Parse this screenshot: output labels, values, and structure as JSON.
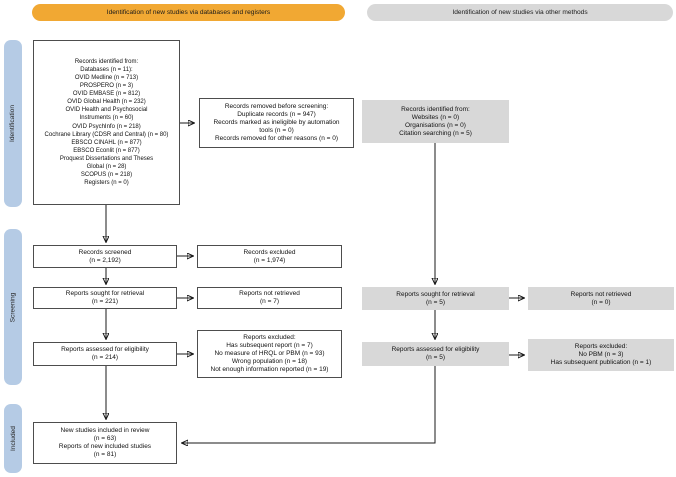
{
  "headers": {
    "databases": "Identification of new studies via databases and registers",
    "other": "Identification of new studies via other methods"
  },
  "stages": {
    "identification": "Identification",
    "screening": "Screening",
    "included": "Included"
  },
  "colors": {
    "header_accent": "#F1A833",
    "gray": "#D8D8D8",
    "stage_bar": "#B5CBE5",
    "box_border": "#4D4D4D",
    "arrow": "#1A1A1A",
    "text": "#111111"
  },
  "boxes": {
    "db_identified": {
      "lines": [
        "Records identified from:",
        "Databases (n = 11):",
        "OVID Medline (n = 713)",
        "PROSPERO (n = 3)",
        "OVID EMBASE (n = 812)",
        "OVID Global Health (n = 232)",
        "OVID Health and Psychosocial",
        "Instruments (n = 60)",
        "OVID PsychInfo (n = 218)",
        "Cochrane Library (CDSR and Central) (n = 80)",
        "EBSCO CINAHL (n = 877)",
        "EBSCO Econlit (n = 877)",
        "Proquest Dissertations and Theses",
        "Global (n = 28)",
        "SCOPUS (n = 218)",
        "Registers (n = 0)"
      ]
    },
    "db_removed": {
      "lines": [
        "Records removed before screening:",
        "Duplicate records (n = 947)",
        "Records marked as ineligible by automation",
        "tools (n = 0)",
        "Records removed for other reasons (n = 0)"
      ]
    },
    "db_screened": {
      "lines": [
        "Records screened",
        "(n = 2,192)"
      ]
    },
    "db_excluded": {
      "lines": [
        "Records excluded",
        "(n = 1,974)"
      ]
    },
    "db_sought": {
      "lines": [
        "Reports sought for retrieval",
        "(n = 221)"
      ]
    },
    "db_not_retrieved": {
      "lines": [
        "Reports not retrieved",
        "(n = 7)"
      ]
    },
    "db_assessed": {
      "lines": [
        "Reports assessed for eligibility",
        "(n = 214)"
      ]
    },
    "db_reports_excluded": {
      "lines": [
        "Reports excluded:",
        "Has subsequent report (n = 7)",
        "No measure of HRQL or PBM (n = 93)",
        "Wrong population (n = 18)",
        "Not enough information reported (n = 19)"
      ]
    },
    "included": {
      "lines": [
        "New studies included in review",
        "(n = 63)",
        "Reports of new included studies",
        "(n = 81)"
      ]
    },
    "other_identified": {
      "lines": [
        "Records identified from:",
        "Websites (n = 0)",
        "Organisations (n = 0)",
        "Citation searching (n = 5)"
      ]
    },
    "other_sought": {
      "lines": [
        "Reports sought for retrieval",
        "(n = 5)"
      ]
    },
    "other_not_retrieved": {
      "lines": [
        "Reports not retrieved",
        "(n = 0)"
      ]
    },
    "other_assessed": {
      "lines": [
        "Reports assessed for eligibility",
        "(n = 5)"
      ]
    },
    "other_excluded": {
      "lines": [
        "Reports excluded:",
        "No PBM (n = 3)",
        "Has subsequent publication (n = 1)"
      ]
    }
  }
}
